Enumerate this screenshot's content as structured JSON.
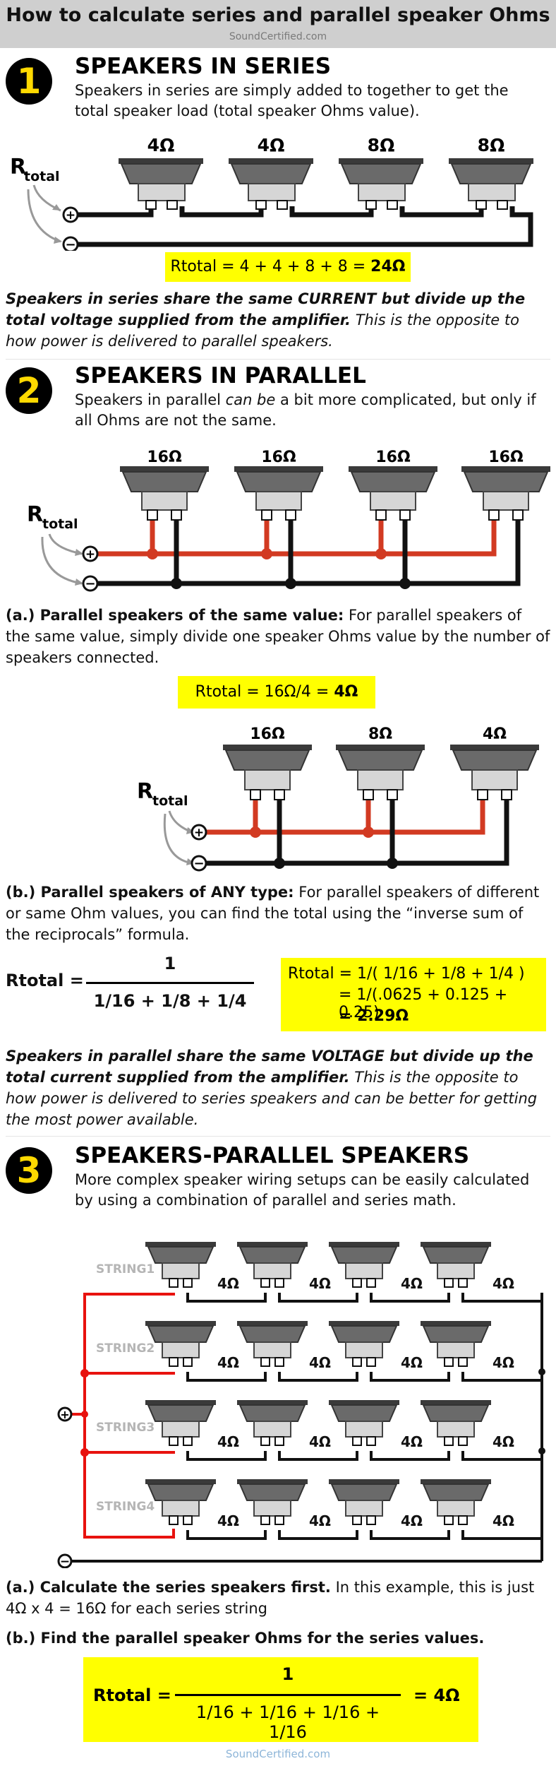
{
  "header": {
    "title": "How to calculate series and parallel speaker Ohms",
    "site": "SoundCertified.com"
  },
  "colors": {
    "accent_yellow": "#ffff00",
    "header_gray": "#cfcfcf",
    "wire_red": "#d23a22",
    "wire_black": "#111111",
    "badge_text": "#ffd900"
  },
  "section1": {
    "number": "1",
    "title": "SPEAKERS IN SERIES",
    "desc": "Speakers in series are simply added to together to get the total speaker load (total speaker Ohms value).",
    "speaker_ohms": [
      "4Ω",
      "4Ω",
      "8Ω",
      "8Ω"
    ],
    "formula_prefix": "Rtotal = 4 + 4 + 8 + 8 = ",
    "formula_result": "24Ω",
    "note_bold": "Speakers in series share the same CURRENT but divide up the total voltage supplied from the amplifier.",
    "note_rest": " This is the opposite to how power is delivered to parallel speakers."
  },
  "rtotal": {
    "r": "R",
    "sub": "total",
    "plus": "+",
    "minus": "−"
  },
  "section2": {
    "number": "2",
    "title": "SPEAKERS IN PARALLEL",
    "desc_pre": "Speakers in parallel ",
    "desc_ital": "can be",
    "desc_post": " a bit more complicated, but only if all Ohms are not the same.",
    "diagram1_ohms": [
      "16Ω",
      "16Ω",
      "16Ω",
      "16Ω"
    ],
    "a_bold": "(a.) Parallel speakers of the same value:",
    "a_rest": " For parallel speakers of the same value, simply divide one speaker Ohms value by the number of speakers connected.",
    "a_formula_prefix": "Rtotal = 16Ω/4 = ",
    "a_formula_result": "4Ω",
    "diagram2_ohms": [
      "16Ω",
      "8Ω",
      "4Ω"
    ],
    "b_bold": "(b.) Parallel speakers of ANY type:",
    "b_rest": " For parallel speakers of different or same Ohm values, you can find the total using the “inverse sum of the reciprocals” formula.",
    "frac_label": "Rtotal =",
    "frac_num": "1",
    "frac_den": "1/16 + 1/8 + 1/4",
    "calc_line1": "Rtotal = 1/( 1/16 + 1/8 + 1/4 )",
    "calc_line2": "= 1/(.0625 + 0.125 + 0.25)",
    "calc_line3": "= 2.29Ω",
    "note_bold": "Speakers in parallel share the same VOLTAGE but divide up the total current supplied from the amplifier.",
    "note_rest": " This is the opposite to how power is delivered to series speakers and can be better for getting the most power available."
  },
  "section3": {
    "number": "3",
    "title": "SPEAKERS-PARALLEL SPEAKERS",
    "desc": "More complex speaker wiring setups can be easily calculated by using a combination of parallel and series math.",
    "strings": [
      "STRING1",
      "STRING2",
      "STRING3",
      "STRING4"
    ],
    "speaker_ohm": "4Ω",
    "a_bold": "(a.) Calculate the series speakers first.",
    "a_rest": " In this example, this is just 4Ω x 4 = 16Ω for each series string",
    "b_bold": "(b.) Find the parallel speaker Ohms for the series values.",
    "frac_label": "Rtotal =",
    "frac_num": "1",
    "frac_den": "1/16 + 1/16 + 1/16 + 1/16",
    "frac_result": "= 4Ω"
  },
  "footer": "SoundCertified.com"
}
